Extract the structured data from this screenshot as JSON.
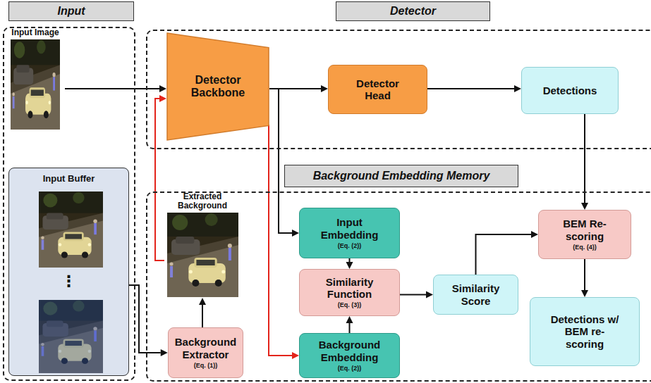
{
  "diagram": {
    "nodes": [
      {
        "text": [
          "Input"
        ]
      },
      {
        "text": [
          "Input Image"
        ],
        "in": 0
      },
      {
        "text": [
          "Input Buffer",
          "⋮"
        ],
        "in": 0
      },
      {
        "text": [
          "Detector"
        ]
      },
      {
        "text": [
          "Detector Backbone"
        ],
        "in": 3
      },
      {
        "text": [
          "Detector Head"
        ],
        "in": 3
      },
      {
        "text": [
          "Detections"
        ],
        "in": 3
      },
      {
        "text": [
          "Background Embedding Memory"
        ]
      },
      {
        "text": [
          "Extracted Background"
        ],
        "in": 7
      },
      {
        "text": [
          "Input Embedding",
          "(Eq. (2))"
        ],
        "in": 7
      },
      {
        "text": [
          "Similarity Function",
          "(Eq. (3))"
        ],
        "in": 7
      },
      {
        "text": [
          "Similarity Score"
        ],
        "in": 7
      },
      {
        "text": [
          "BEM Re-scoring",
          "(Eq. (4))"
        ],
        "in": 7
      },
      {
        "text": [
          "Background Extractor",
          "(Eq. (1))"
        ],
        "in": 7
      },
      {
        "text": [
          "Background Embedding",
          "(Eq. (2))"
        ],
        "in": 7
      },
      {
        "text": [
          "Detections w/ BEM re-scoring"
        ],
        "in": 7
      }
    ],
    "edges": [
      {
        "from": 1,
        "to": 4,
        "arrow": "to"
      },
      {
        "from": 4,
        "to": 5,
        "arrow": "to"
      },
      {
        "from": 5,
        "to": 6,
        "arrow": "to"
      },
      {
        "from": 2,
        "to": 13,
        "arrow": "to"
      },
      {
        "from": 13,
        "to": 8,
        "arrow": "to"
      },
      {
        "from": 8,
        "to": 4,
        "arrow": "to"
      },
      {
        "from": 4,
        "to": 9,
        "arrow": "to"
      },
      {
        "from": 4,
        "to": 14,
        "arrow": "to"
      },
      {
        "from": 9,
        "to": 10,
        "arrow": "to"
      },
      {
        "from": 14,
        "to": 10,
        "arrow": "to"
      },
      {
        "from": 10,
        "to": 11,
        "arrow": "to"
      },
      {
        "from": 11,
        "to": 12,
        "arrow": "to"
      },
      {
        "from": 6,
        "to": 12,
        "arrow": "to"
      },
      {
        "from": 12,
        "to": 15,
        "arrow": "to"
      }
    ]
  }
}
